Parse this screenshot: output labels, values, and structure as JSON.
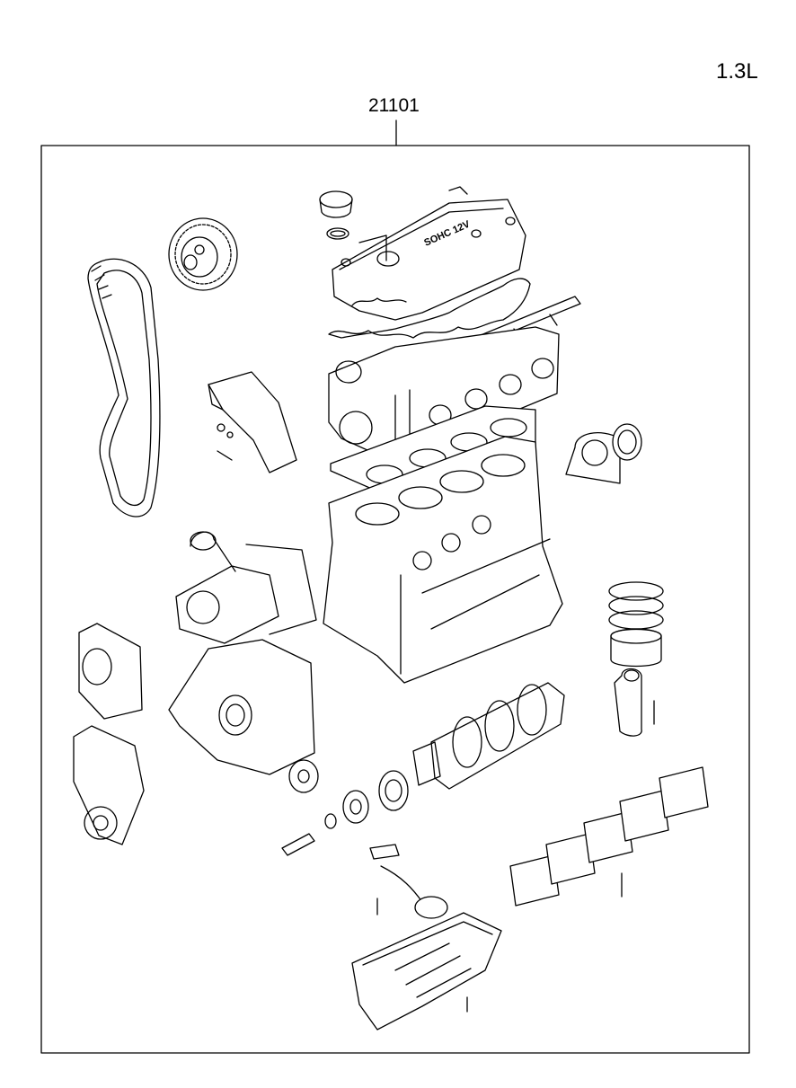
{
  "header": {
    "engine_label": "1.3L",
    "part_number": "21101"
  },
  "components": {
    "cover_marking": "SOHC 12V"
  }
}
